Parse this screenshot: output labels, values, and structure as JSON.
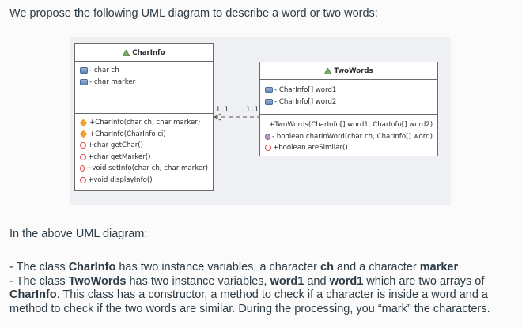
{
  "intro": "We propose the following UML diagram to describe a word or two words:",
  "diagram": {
    "charinfo": {
      "name": "CharInfo",
      "attributes": [
        "- char ch",
        "- char marker"
      ],
      "operations": [
        {
          "icon": "public",
          "text": "+CharInfo(char ch, char marker)"
        },
        {
          "icon": "public",
          "text": "+CharInfo(CharInfo ci)"
        },
        {
          "icon": "protected",
          "text": "+char getChar()"
        },
        {
          "icon": "protected",
          "text": "+char getMarker()"
        },
        {
          "icon": "protected",
          "text": "+void setInfo(char ch, char marker)"
        },
        {
          "icon": "protected",
          "text": "+void displayInfo()"
        }
      ]
    },
    "twowords": {
      "name": "TwoWords",
      "attributes": [
        "- CharInfo[] word1",
        "- CharInfo[] word2"
      ],
      "operations": [
        {
          "icon": "public",
          "text": "+TwoWords(CharInfo[] word1, CharInfo[] word2)"
        },
        {
          "icon": "private",
          "text": "- boolean charInWord(char ch, CharInfo[] word)"
        },
        {
          "icon": "protected",
          "text": "+boolean areSimilar()"
        }
      ]
    },
    "association": {
      "left_mult": "1..1",
      "right_mult": "1..1"
    }
  },
  "below": "In the above UML diagram:",
  "bullets": {
    "b1": {
      "pre": "- The class ",
      "cls": "CharInfo",
      "mid1": " has two instance variables, a character ",
      "v1": "ch",
      "mid2": " and a character ",
      "v2": "marker"
    },
    "b2": {
      "pre": "- The class ",
      "cls": "TwoWords",
      "mid1": " has two instance variables, ",
      "v1": "word1",
      "mid2": " and ",
      "v2": "word1",
      "post": " which are two arrays of"
    },
    "b2_cont": {
      "cls": "CharInfo",
      "post": ". This class has a  constructor, a method to check if a character is inside a word and a"
    },
    "b2_cont2": "method to check if the two words are similar. During the processing, you “mark” the characters."
  }
}
